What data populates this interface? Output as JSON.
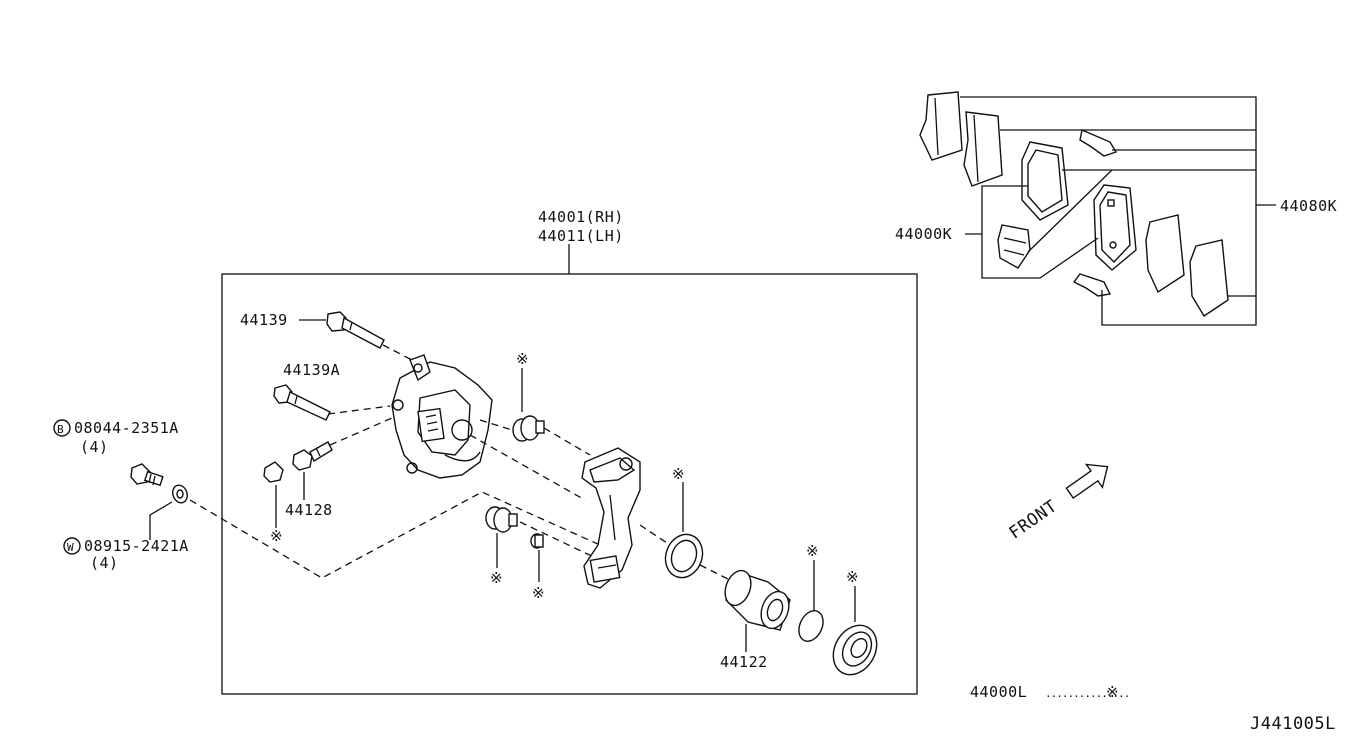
{
  "labels": {
    "caliper_rh": "44001(RH)",
    "caliper_lh": "44011(LH)",
    "pin_bolt": "44139",
    "pin_bolt_a": "44139A",
    "bolt_part": "08044-2351A",
    "bolt_prefix": "B",
    "bolt_qty": "(4)",
    "washer_part": "08915-2421A",
    "washer_prefix": "W",
    "washer_qty": "(4)",
    "bleeder": "44128",
    "piston": "44122",
    "pad_kit": "44000K",
    "shim_kit": "44080K",
    "seal_kit": "44000L",
    "seal_kit_dots": "...............",
    "asterisk": "※",
    "front": "FRONT",
    "drawing_id": "J441005L"
  }
}
